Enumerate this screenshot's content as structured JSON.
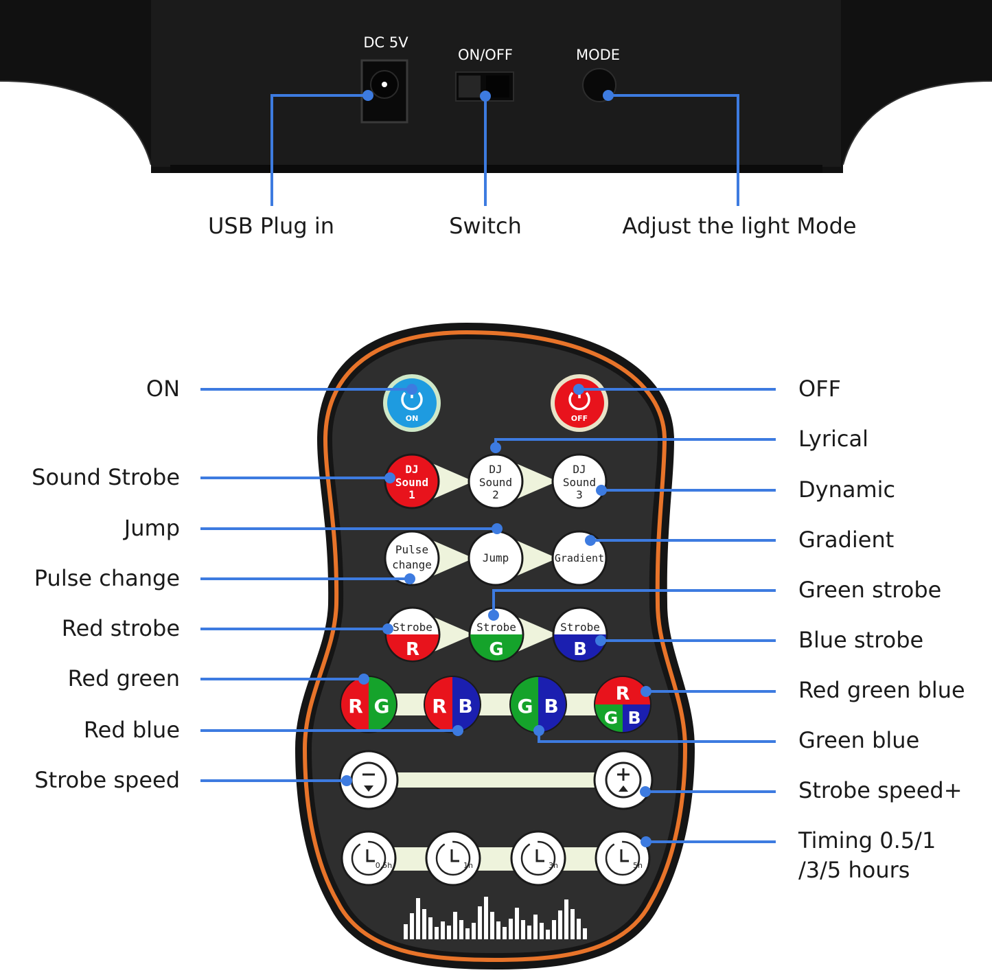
{
  "device": {
    "dc_label": "DC 5V",
    "switch_label": "ON/OFF",
    "mode_label": "MODE"
  },
  "callouts_top": {
    "usb": "USB Plug in",
    "switch": "Switch",
    "mode": "Adjust the light Mode"
  },
  "callouts_left": {
    "on": "ON",
    "sound_strobe": "Sound Strobe",
    "jump": "Jump",
    "pulse_change": "Pulse change",
    "red_strobe": "Red strobe",
    "red_green": "Red green",
    "red_blue": "Red blue",
    "strobe_speed_minus": "Strobe speed"
  },
  "callouts_right": {
    "off": "OFF",
    "lyrical": "Lyrical",
    "dynamic": "Dynamic",
    "gradient": "Gradient",
    "green_strobe": "Green strobe",
    "blue_strobe": "Blue strobe",
    "red_green_blue": "Red green blue",
    "green_blue": "Green blue",
    "strobe_speed_plus": "Strobe speed+",
    "timing_line1": "Timing 0.5/1",
    "timing_line2": "/3/5 hours"
  },
  "remote": {
    "on_btn": "ON",
    "off_btn": "OFF",
    "dj": "DJ",
    "sound": "Sound",
    "dj1_num": "1",
    "dj2_num": "2",
    "dj3_num": "3",
    "pulse1": "Pulse",
    "pulse2": "change",
    "jump": "Jump",
    "gradient": "Gradient",
    "strobe": "Strobe",
    "r": "R",
    "g": "G",
    "b": "B",
    "timer_labels": [
      "0.5h",
      "1h",
      "3h",
      "5h"
    ]
  },
  "colors": {
    "callout_line": "#3d7be0",
    "remote_body": "#2e2e2e",
    "remote_rim": "#e8742a",
    "red": "#e8131c",
    "green": "#15a32b",
    "blue": "#1b1fb0",
    "on_blue": "#1e9be0"
  }
}
